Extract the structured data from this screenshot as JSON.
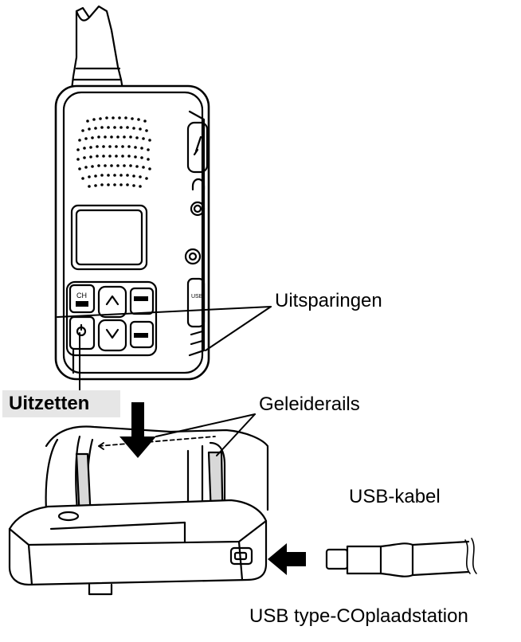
{
  "labels": {
    "uitsparingen": "Uitsparingen",
    "uitzetten": "Uitzetten",
    "geleiderails": "Geleiderails",
    "usb_kabel": "USB-kabel",
    "laadstation": "USB type-COplaadstation"
  },
  "device_text": {
    "ch_key": "CH",
    "usb_port": "USB"
  },
  "icons": [
    "antenna-icon",
    "speaker-grille-icon",
    "display-icon",
    "ptt-icon",
    "headset-icon",
    "power-knob-icon",
    "power-button-icon",
    "up-arrow-icon",
    "down-arrow-icon",
    "down-arrow-indicator-icon",
    "left-arrow-indicator-icon",
    "usb-plug-icon"
  ],
  "colors": {
    "line": "#000000",
    "fill": "#ffffff",
    "label_bg": "#e6e6e6",
    "shade": "#d8d8d8"
  }
}
